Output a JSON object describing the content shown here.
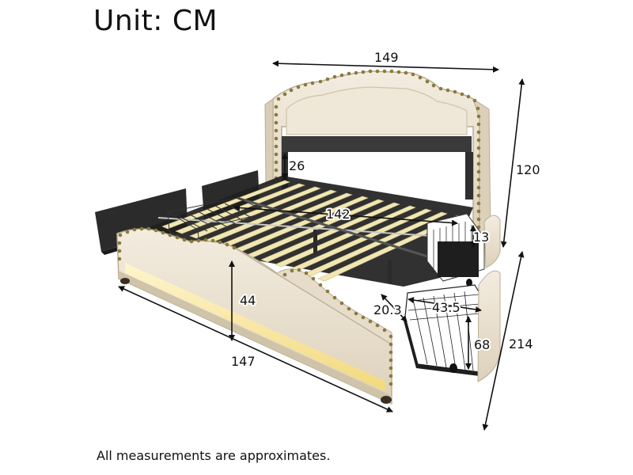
{
  "title": "Unit: CM",
  "footnote": "All measurements are approximates.",
  "dimensions": {
    "headboard_width": "149",
    "headboard_height": "120",
    "bed_length": "214",
    "footboard_width": "147",
    "footboard_height": "44",
    "inner_length": "142",
    "clearance": "26",
    "drawer_height": "13",
    "drawer_depth": "20.3",
    "drawer_width": "43.5",
    "drawer_length": "68"
  },
  "colors": {
    "upholstery": "#ece3d3",
    "upholstery_shade": "#d8ccb6",
    "nailhead": "#8a7a3a",
    "slat": "#f1e7b5",
    "frame": "#2a2a2a",
    "led": "#ffe9a0"
  }
}
